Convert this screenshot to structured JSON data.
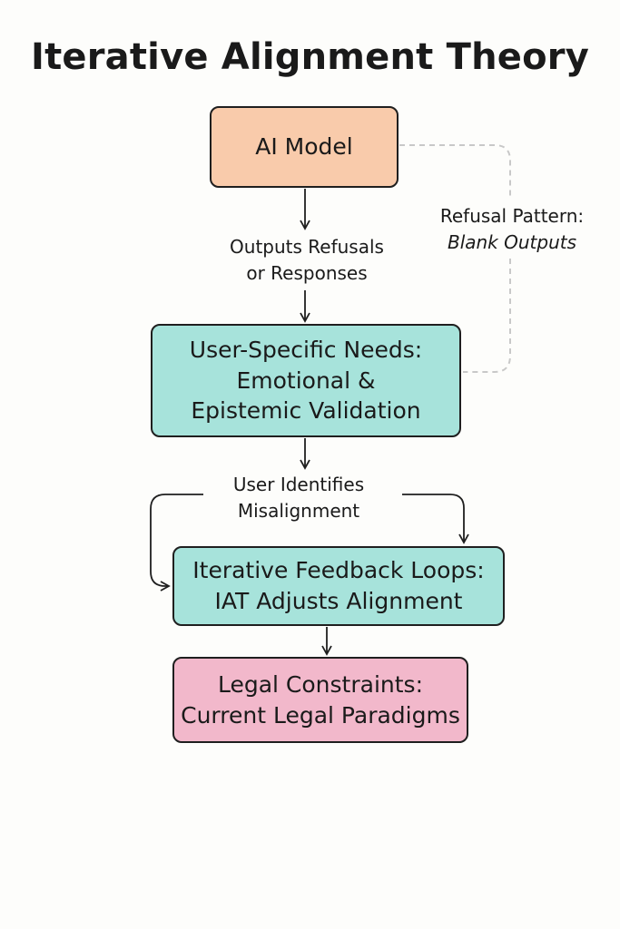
{
  "diagram": {
    "title": "Iterative Alignment Theory",
    "nodes": {
      "ai_model": {
        "lines": [
          "AI Model"
        ],
        "fill": "#f9cbab"
      },
      "user_needs": {
        "lines": [
          "User-Specific Needs:",
          "Emotional &",
          "Epistemic Validation"
        ],
        "fill": "#a7e3db"
      },
      "feedback_loops": {
        "lines": [
          "Iterative Feedback Loops:",
          "IAT Adjusts Alignment"
        ],
        "fill": "#a7e3db"
      },
      "legal_constraints": {
        "lines": [
          "Legal Constraints:",
          "Current Legal Paradigms"
        ],
        "fill": "#f2b8cb"
      }
    },
    "edges": {
      "outputs": {
        "from": "ai_model",
        "to": "user_needs",
        "label": [
          "Outputs Refusals",
          "or Responses"
        ]
      },
      "refusal_pattern": {
        "from": "user_needs",
        "to": "ai_model",
        "style": "dashed",
        "label": [
          "Refusal Pattern:",
          "Blank Outputs"
        ]
      },
      "misalignment": {
        "from": "user_needs",
        "to": "feedback_loops",
        "label": [
          "User Identifies",
          "Misalignment"
        ]
      },
      "to_legal": {
        "from": "feedback_loops",
        "to": "legal_constraints",
        "label": []
      }
    }
  }
}
